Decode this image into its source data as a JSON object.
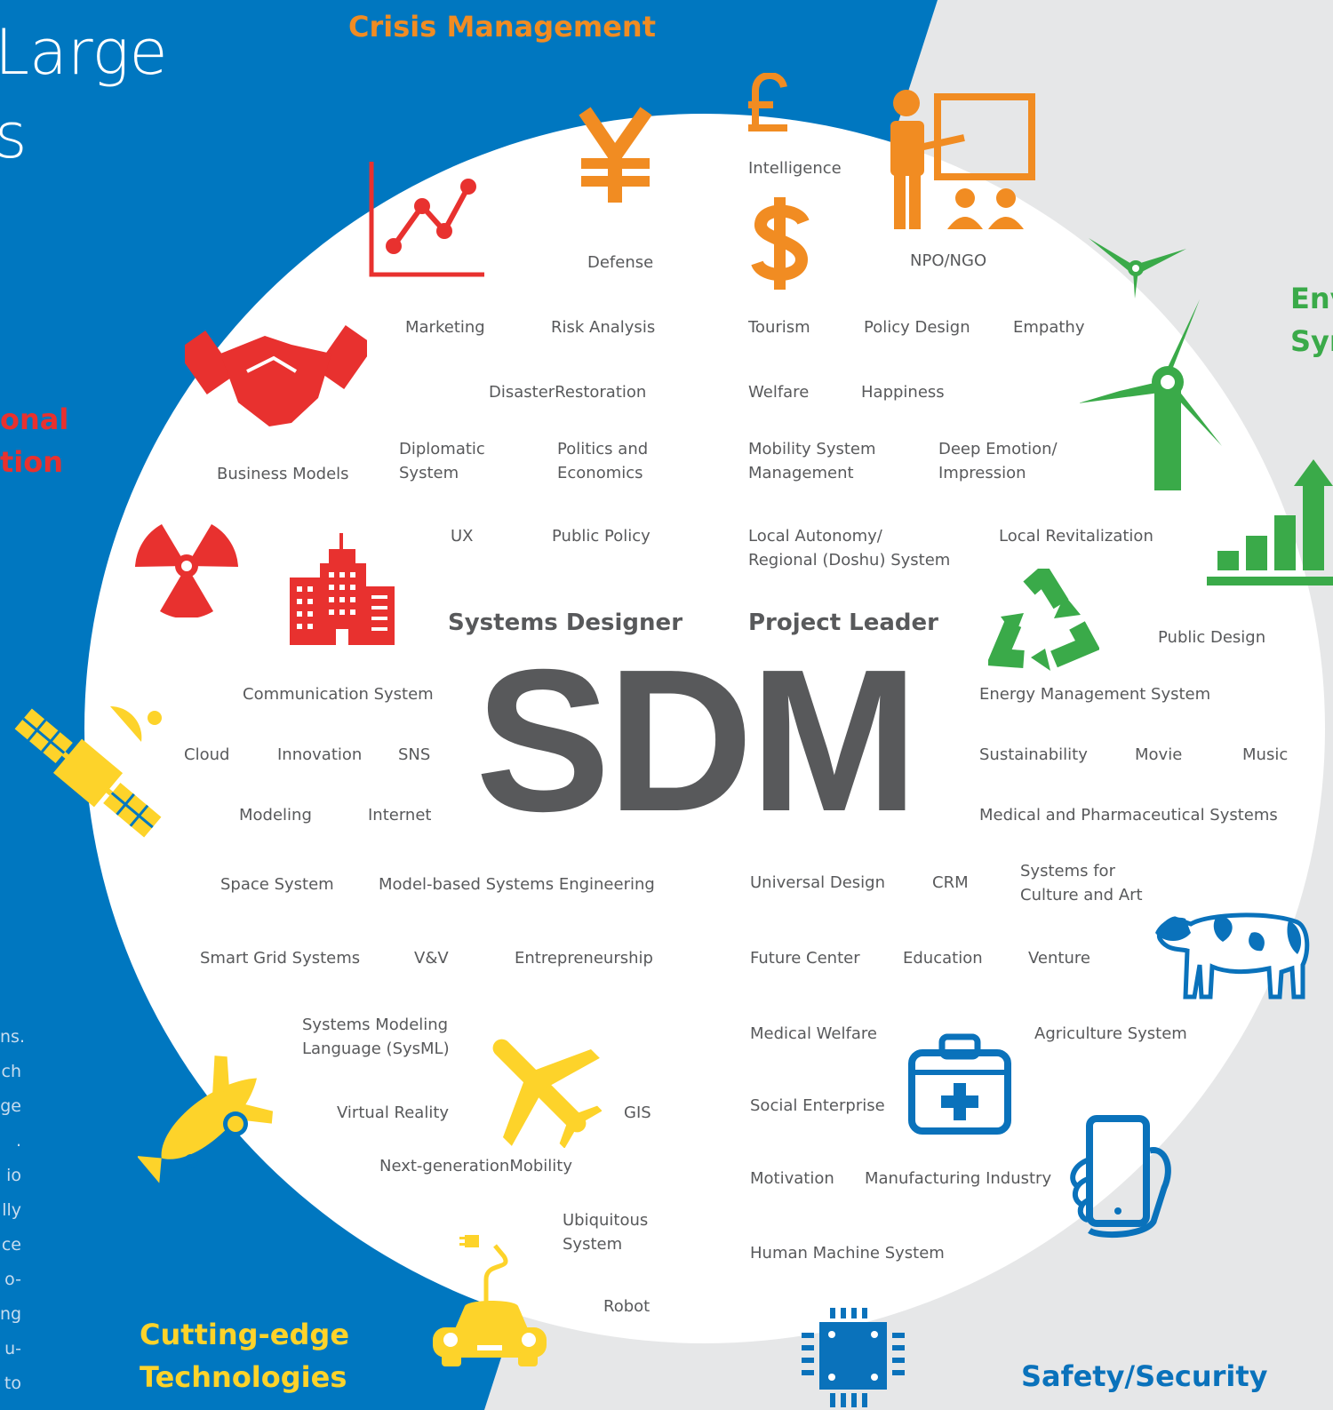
{
  "colors": {
    "blue": "#0077c0",
    "gray_bg": "#e6e7e8",
    "text": "#58595b",
    "red": "#e8312f",
    "orange": "#f18c22",
    "green": "#3aaa49",
    "yellow": "#fdd32a",
    "icon_blue": "#0a72bb"
  },
  "title": {
    "fragment": "Large\ns"
  },
  "categories": {
    "crisis": "Crisis Management",
    "environment": "Env\nSyr",
    "organizational": "onal\ntion",
    "cutting_edge": "Cutting-edge\nTechnologies",
    "safety": "Safety/Security"
  },
  "side_text": "ns.\nch\nge\n.\nio\nlly\nce\no-\nng\nu-\nto",
  "center": {
    "logo": "SDM",
    "systems_designer": "Systems Designer",
    "project_leader": "Project Leader"
  },
  "keywords": {
    "intelligence": "Intelligence",
    "defense": "Defense",
    "npo": "NPO/NGO",
    "marketing": "Marketing",
    "risk": "Risk Analysis",
    "tourism": "Tourism",
    "policy_design": "Policy Design",
    "empathy": "Empathy",
    "disaster": "DisasterRestoration",
    "welfare": "Welfare",
    "happiness": "Happiness",
    "business_models": "Business Models",
    "diplomatic": "Diplomatic\nSystem",
    "politics": "Politics and\nEconomics",
    "mobility_mgmt": "Mobility System\nManagement",
    "deep_emotion": "Deep Emotion/\nImpression",
    "ux": "UX",
    "public_policy": "Public Policy",
    "local_autonomy": "Local Autonomy/\nRegional (Doshu) System",
    "local_revital": "Local Revitalization",
    "public_design": "Public Design",
    "communication": "Communication System",
    "energy": "Energy Management System",
    "cloud": "Cloud",
    "innovation": "Innovation",
    "sns": "SNS",
    "sustainability": "Sustainability",
    "movie": "Movie",
    "music": "Music",
    "modeling": "Modeling",
    "internet": "Internet",
    "medical_pharma": "Medical and Pharmaceutical Systems",
    "space": "Space System",
    "mbse": "Model-based Systems Engineering",
    "universal": "Universal Design",
    "crm": "CRM",
    "culture_art": "Systems for\nCulture and Art",
    "smart_grid": "Smart Grid Systems",
    "vv": "V&V",
    "entrepreneurship": "Entrepreneurship",
    "future_center": "Future Center",
    "education": "Education",
    "venture": "Venture",
    "sysml": "Systems Modeling\nLanguage (SysML)",
    "medical_welfare": "Medical Welfare",
    "agriculture": "Agriculture System",
    "vr": "Virtual Reality",
    "gis": "GIS",
    "social_enterprise": "Social Enterprise",
    "next_mobility": "Next-generationMobility",
    "motivation": "Motivation",
    "manufacturing": "Manufacturing Industry",
    "ubiquitous": "Ubiquitous\nSystem",
    "human_machine": "Human Machine System",
    "robot": "Robot"
  },
  "icons": [
    "line-chart-icon",
    "yen-icon",
    "pound-icon",
    "dollar-icon",
    "presenter-icon",
    "handshake-icon",
    "wind-turbine-icon",
    "bar-chart-up-icon",
    "radiation-icon",
    "building-icon",
    "recycle-icon",
    "satellite-icon",
    "cow-icon",
    "medical-kit-icon",
    "smartphone-icon",
    "rocket-icon",
    "airplane-icon",
    "electric-car-icon",
    "chip-icon"
  ]
}
